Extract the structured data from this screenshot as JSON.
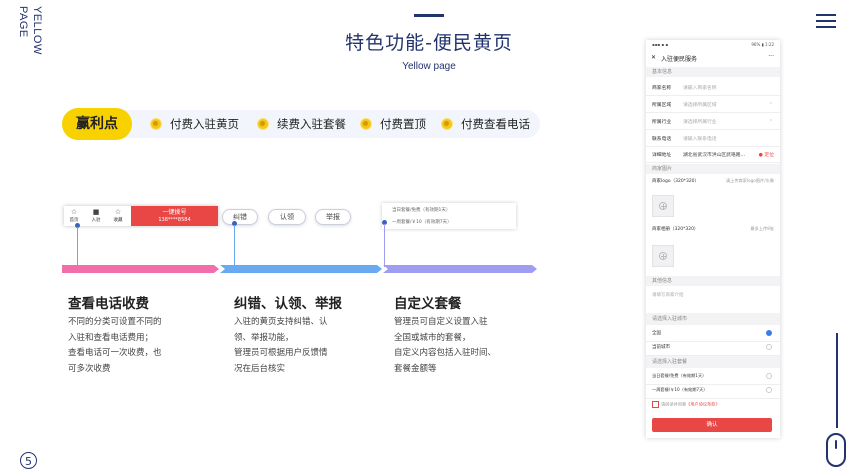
{
  "side": {
    "line1": "YELLOW",
    "line2": "PAGE",
    "page_number": "5"
  },
  "icons": {
    "menu": "hamburger-icon",
    "scroll": "mouse-icon",
    "coin": "coin-icon",
    "add": "plus-circle-icon",
    "location": "location-pin-icon"
  },
  "colors": {
    "navy": "#23336e",
    "yellow": "#f7d200",
    "pink": "#f16eab",
    "blue": "#6aaaf0",
    "purple": "#9d9df2",
    "red": "#e94646"
  },
  "header": {
    "title": "特色功能-便民黄页",
    "subtitle": "Yellow page"
  },
  "benefits": {
    "label": "赢利点",
    "items": [
      "付费入驻黄页",
      "续费入驻套餐",
      "付费置顶",
      "付费查看电话"
    ]
  },
  "features": [
    {
      "title": "查看电话收费",
      "desc": [
        "不同的分类可设置不同的",
        "入驻和查看电话费用；",
        "查看电话可一次收费，也",
        "可多次收费"
      ],
      "mini_bar": {
        "icons": [
          {
            "glyph": "☆",
            "label": "首页"
          },
          {
            "glyph": "■",
            "label": "入驻"
          },
          {
            "glyph": "☆",
            "label": "收藏"
          }
        ],
        "call_label": "一键拨号",
        "call_number": "138****8584"
      }
    },
    {
      "title": "纠错、认领、举报",
      "desc": [
        "入驻的黄页支持纠错、认",
        "领、举报功能，",
        "管理员可根据用户反馈情",
        "况在后台核实"
      ],
      "buttons": [
        "纠错",
        "认领",
        "举报"
      ]
    },
    {
      "title": "自定义套餐",
      "desc": [
        "管理员可自定义设置入驻",
        "全国或城市的套餐，",
        "自定义内容包括入驻时间、",
        "套餐金额等"
      ],
      "card_lines": [
        "当日套餐/免费（有效期1天）",
        "一周套餐/￥10（有效期7天）"
      ]
    }
  ],
  "phone": {
    "status_left": "▪▪▪ ▪ ▪",
    "status_right": "96% ▮ 1:22",
    "close": "✕",
    "title": "入驻便民服务",
    "more": "···",
    "sections": {
      "basic": "基本信息",
      "images": "商家图片",
      "other": "其他信息",
      "region": "请选择入驻城市",
      "package": "请选择入驻套餐"
    },
    "fields": [
      {
        "label": "商家名称",
        "value": "请输入商家名称"
      },
      {
        "label": "所属区域",
        "value": "请选择所属区域"
      },
      {
        "label": "所属行业",
        "value": "请选择所属行业"
      },
      {
        "label": "联系电话",
        "value": "请输入联系电话"
      },
      {
        "label": "详细地址",
        "value": "湖北省武汉市洪山区武珞路...",
        "action": "定位"
      }
    ],
    "logo_label": "商家logo（320*320）",
    "logo_hint": "请上传商家logo图片/头像",
    "album_label": "商家相册（320*320）",
    "album_hint": "最多上传9张",
    "other_placeholder": "请填写商家介绍",
    "regions": [
      {
        "label": "全国",
        "checked": true
      },
      {
        "label": "当前城市",
        "checked": false
      }
    ],
    "packages": [
      {
        "label": "当日套餐/免费（有效期1天）",
        "checked": false
      },
      {
        "label": "一周套餐/￥10（有效期7天）",
        "checked": false
      }
    ],
    "agree_prefix": "请阅读并同意",
    "agree_link": "《用户协议条款》",
    "submit": "确认"
  }
}
